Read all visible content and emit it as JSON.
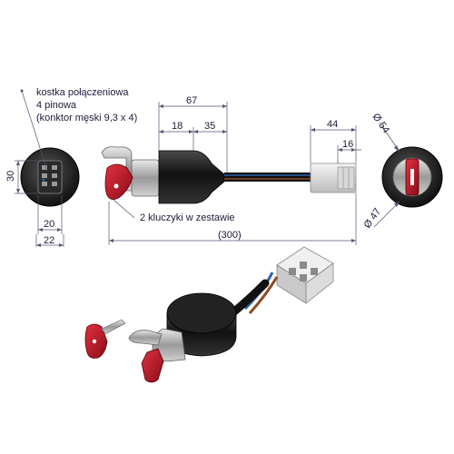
{
  "labels": {
    "connector_desc_line1": "kostka połączeniowa",
    "connector_desc_line2": "4 pinowa",
    "connector_desc_line3": "(konktor męski 9,3 x 4)",
    "keys_note": "2 kluczyki w zestawie"
  },
  "dimensions": {
    "front_height": "30",
    "front_width_inner": "20",
    "front_width_outer": "22",
    "body_length": "67",
    "body_part_a": "18",
    "body_part_b": "35",
    "plug_length": "44",
    "plug_part": "16",
    "cable_total": "(300)",
    "rear_diameter_outer": "Ø 54",
    "rear_diameter_inner": "Ø 47"
  },
  "colors": {
    "key_red": "#c8182a",
    "body_black": "#1c1c1c",
    "metal": "#b8b8b8",
    "connector_white": "#e6e6e6",
    "wire_blue": "#2a5fb0",
    "wire_brown": "#8a4a20",
    "dim_blue": "#3a3aa0"
  }
}
